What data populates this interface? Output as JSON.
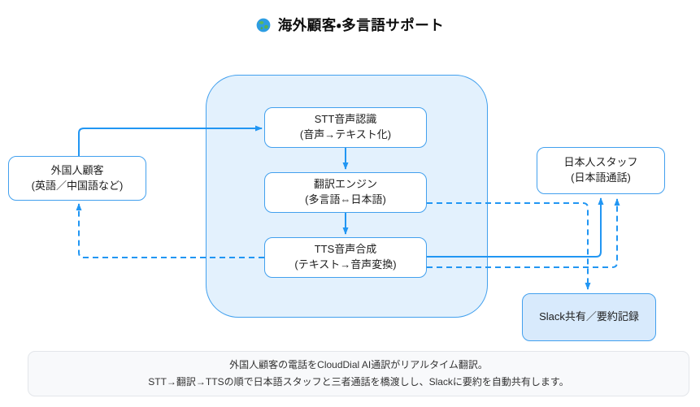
{
  "title": {
    "icon": "globe-asia",
    "text": "海外顧客・多言語サポート"
  },
  "nodes": {
    "foreign_customer": {
      "line1": "外国人顧客",
      "line2": "(英語／中国語など)"
    },
    "stt": {
      "line1": "STT音声認識",
      "line2": "(音声→テキスト化)"
    },
    "translate": {
      "line1": "翻訳エンジン",
      "line2": "(多言語⇔日本語)"
    },
    "tts": {
      "line1": "TTS音声合成",
      "line2": "(テキスト→音声変換)"
    },
    "japanese_staff": {
      "line1": "日本人スタッフ",
      "line2": "(日本語通話)"
    },
    "slack": {
      "label": "Slack共有／要約記録"
    }
  },
  "edges": [
    {
      "from": "foreign_customer",
      "to": "stt",
      "style": "solid"
    },
    {
      "from": "stt",
      "to": "translate",
      "style": "solid"
    },
    {
      "from": "translate",
      "to": "tts",
      "style": "solid"
    },
    {
      "from": "tts",
      "to": "japanese_staff",
      "style": "solid"
    },
    {
      "from": "tts",
      "to": "japanese_staff",
      "style": "dashed"
    },
    {
      "from": "translate",
      "to": "slack",
      "style": "dashed"
    },
    {
      "from": "tts",
      "to": "foreign_customer",
      "style": "dashed"
    }
  ],
  "footer": {
    "line1": "外国人顧客の電話をCloudDial AI通訳がリアルタイム翻訳。",
    "line2": "STT→翻訳→TTSの順で日本語スタッフと三者通話を橋渡しし、Slackに要約を自動共有します。"
  },
  "colors": {
    "arrow_blue": "#2196f3",
    "node_border_blue": "#42a0ee",
    "container_fill": "#e3f1fd",
    "slack_fill": "#d8eafc",
    "footer_fill": "#f8f9fb"
  }
}
